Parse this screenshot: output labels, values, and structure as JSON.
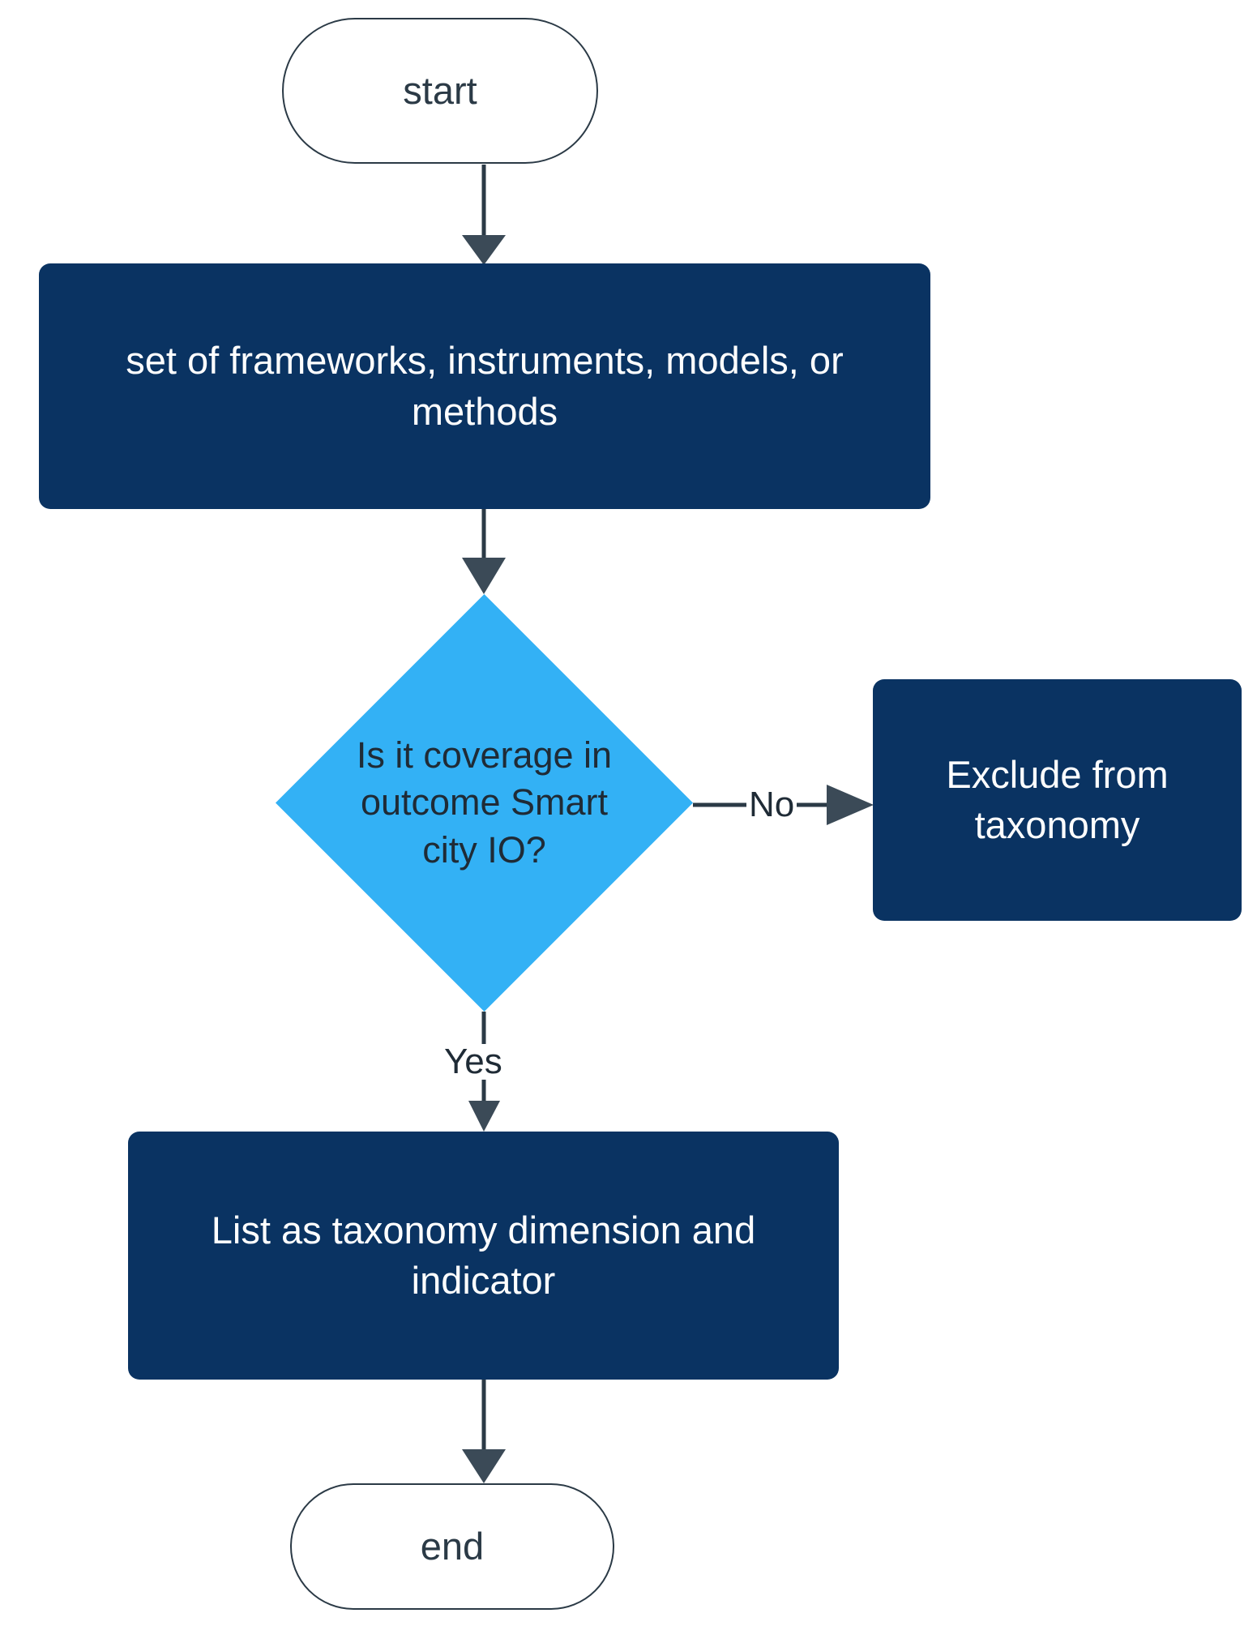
{
  "diagram": {
    "type": "flowchart",
    "orientation": "top-to-bottom",
    "background": "#ffffff",
    "colors": {
      "process_fill": "#0a3362",
      "process_text": "#ffffff",
      "decision_fill": "#33b1f5",
      "decision_text": "#1f2b36",
      "terminator_fill": "#ffffff",
      "terminator_stroke": "#2b3a46",
      "terminator_text": "#2b3a46",
      "connector": "#2b3a46"
    },
    "nodes": {
      "start": {
        "label": "start",
        "shape": "terminator"
      },
      "source_set": {
        "label": "set of frameworks, instruments, models, or methods",
        "shape": "process"
      },
      "decision": {
        "label": "Is it coverage in outcome Smart city IO?",
        "shape": "diamond"
      },
      "exclude": {
        "label": "Exclude from taxonomy",
        "shape": "process"
      },
      "list": {
        "label": "List as taxonomy dimension and indicator",
        "shape": "process"
      },
      "end": {
        "label": "end",
        "shape": "terminator"
      }
    },
    "edges": [
      {
        "from": "start",
        "to": "source_set",
        "label": ""
      },
      {
        "from": "source_set",
        "to": "decision",
        "label": ""
      },
      {
        "from": "decision",
        "to": "exclude",
        "label": "No"
      },
      {
        "from": "decision",
        "to": "list",
        "label": "Yes"
      },
      {
        "from": "list",
        "to": "end",
        "label": ""
      }
    ],
    "edge_labels": {
      "no": "No",
      "yes": "Yes"
    }
  }
}
